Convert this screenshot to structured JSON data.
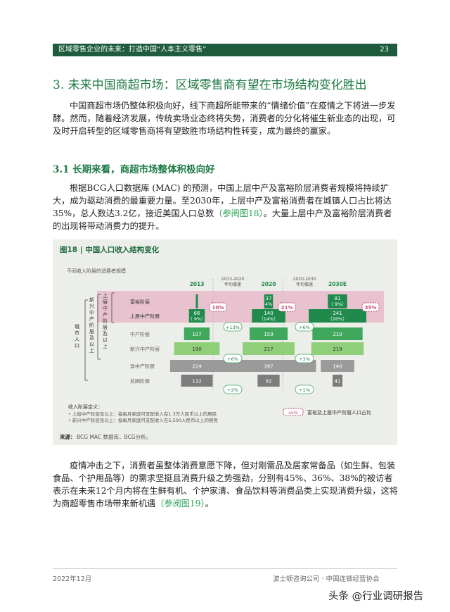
{
  "header": {
    "title": "区域零售企业的未来：打造中国“人本主义零售”",
    "page_number": "23"
  },
  "section_title": "3. 未来中国商超市场：区域零售商有望在市场结构变化胜出",
  "intro_paragraph": "中国商超市场仍整体积极向好，线下商超所能带来的“情绪价值”在疫情之下将进一步发酵。然而，随着经济发展，传统卖场业态终将失势，消费者的分化将催生新业态的出现，可及时开启转型的区域零售商将有望致胜市场结构性转变，成为最终的赢家。",
  "subsection_title": "3.1 长期来看，商超市场整体积极向好",
  "para2_text": "根据BCG人口数据库 (MAC) 的预测，中国上层中产及富裕阶层消费者规模将持续扩大，成为驱动消费的最重要力量。至2030年，上层中产及富裕消费者在城镇人口占比将达35%，总人数达3.2亿，接近美国人口总数",
  "para2_link": "（参阅图18）",
  "para2_tail": "。大量上层中产及富裕阶层消费者的出现将带动消费力的提升。",
  "figure": {
    "title": "图18 | 中国人口收入结构变化",
    "subtitle": "不同收入阶层的消费者规模",
    "years": [
      "2013",
      "2020",
      "2030E"
    ],
    "growth_headers": [
      "2013-2020\n年均增速",
      "2020-2030\n年均增速"
    ],
    "left_label_outer": "城市人口",
    "left_label_inner": "新兴中产阶层及以上",
    "left_label_top": "上层中产阶层及以上",
    "tiers": [
      "富裕阶层",
      "上层中产阶层",
      "中产阶层",
      "新兴中产阶层",
      "准中产阶层",
      "贫困阶层"
    ],
    "values": {
      "2013": {
        "affluent": "",
        "affluent_pct": "",
        "upper_middle": "66",
        "upper_pct": "（ 9%）",
        "middle": "107",
        "emerging": "190",
        "mass": "224",
        "poor": "132"
      },
      "2020": {
        "affluent": "37",
        "affluent_pct": "4%",
        "upper_middle": "140",
        "upper_pct": "（14%）",
        "middle": "159",
        "emerging": "217",
        "mass": "397",
        "poor": "92"
      },
      "2030": {
        "affluent": "81",
        "affluent_pct": "（ 9%）",
        "upper_middle": "241",
        "upper_pct": "（26%）",
        "middle": "210",
        "emerging": "219",
        "mass": "140",
        "poor": "41"
      }
    },
    "share_badges": [
      "10%",
      "21%",
      "35%"
    ],
    "growth": {
      "g1_top": "+13%",
      "g1_mid": "+6%",
      "g1_bot": "+2%",
      "g2_top": "+6%",
      "g2_mid": "+3%",
      "g2_bot": "+1%"
    },
    "def_title": "收入阶层定义：",
    "def_items": [
      "• 上层中产阶层及以上：指每月家庭可支配收入在1.3万人民币以上的居民",
      "• 新兴中产阶层及以上：指每月家庭可支配收入在5,500人民币以上的居民"
    ],
    "legend_box": "xx%",
    "legend_text": "富裕及上层中产阶层人口占比",
    "source_label": "来源：",
    "source_text": "BCG MAC 数据库，BCG分析。"
  },
  "chart_data": {
    "type": "bar",
    "title": "图18 | 中国人口收入结构变化",
    "categories": [
      "2013",
      "2020",
      "2030E"
    ],
    "series": [
      {
        "name": "富裕阶层",
        "values": [
          null,
          37,
          81
        ]
      },
      {
        "name": "上层中产阶层",
        "values": [
          66,
          140,
          241
        ]
      },
      {
        "name": "中产阶层",
        "values": [
          107,
          159,
          210
        ]
      },
      {
        "name": "新兴中产阶层",
        "values": [
          190,
          217,
          219
        ]
      },
      {
        "name": "准中产阶层",
        "values": [
          224,
          397,
          140
        ]
      },
      {
        "name": "贫困阶层",
        "values": [
          132,
          92,
          41
        ]
      }
    ],
    "share_affluent_upper": [
      "10%",
      "21%",
      "35%"
    ],
    "cagr_2013_2020": [
      "+13%",
      "+6%",
      "+2%"
    ],
    "cagr_2020_2030": [
      "+6%",
      "+3%",
      "+1%"
    ]
  },
  "para3_text": "疫情冲击之下，消费者虽整体消费意愿下降，但对刚需品及居家常备品（如生鲜、包装食品、个护用品等）的需求坚挺且消费升级之势强劲，分别有45%、36%、38%的被访者表示在未来12个月内将在生鲜有机、个护家清、食品饮料等消费品类上实现消费升级，这将为商超零售市场带来新机遇",
  "para3_link": "（参阅图19）",
  "para3_tail": "。",
  "footer": {
    "date": "2022年12月",
    "org": "波士顿咨询公司 · 中国连锁经营协会"
  },
  "watermark": "头条 @行业调研报告",
  "colors": {
    "brand_green": "#1e5c3d",
    "title_green": "#1e7a44",
    "dark_bar": "#1f8a4c",
    "mid_bar": "#3fa85d",
    "light_bar": "#8fcf7a",
    "pink": "#e8c3cf",
    "grey_bar": "#9a9a9a",
    "dark_grey": "#7c7c7c"
  }
}
